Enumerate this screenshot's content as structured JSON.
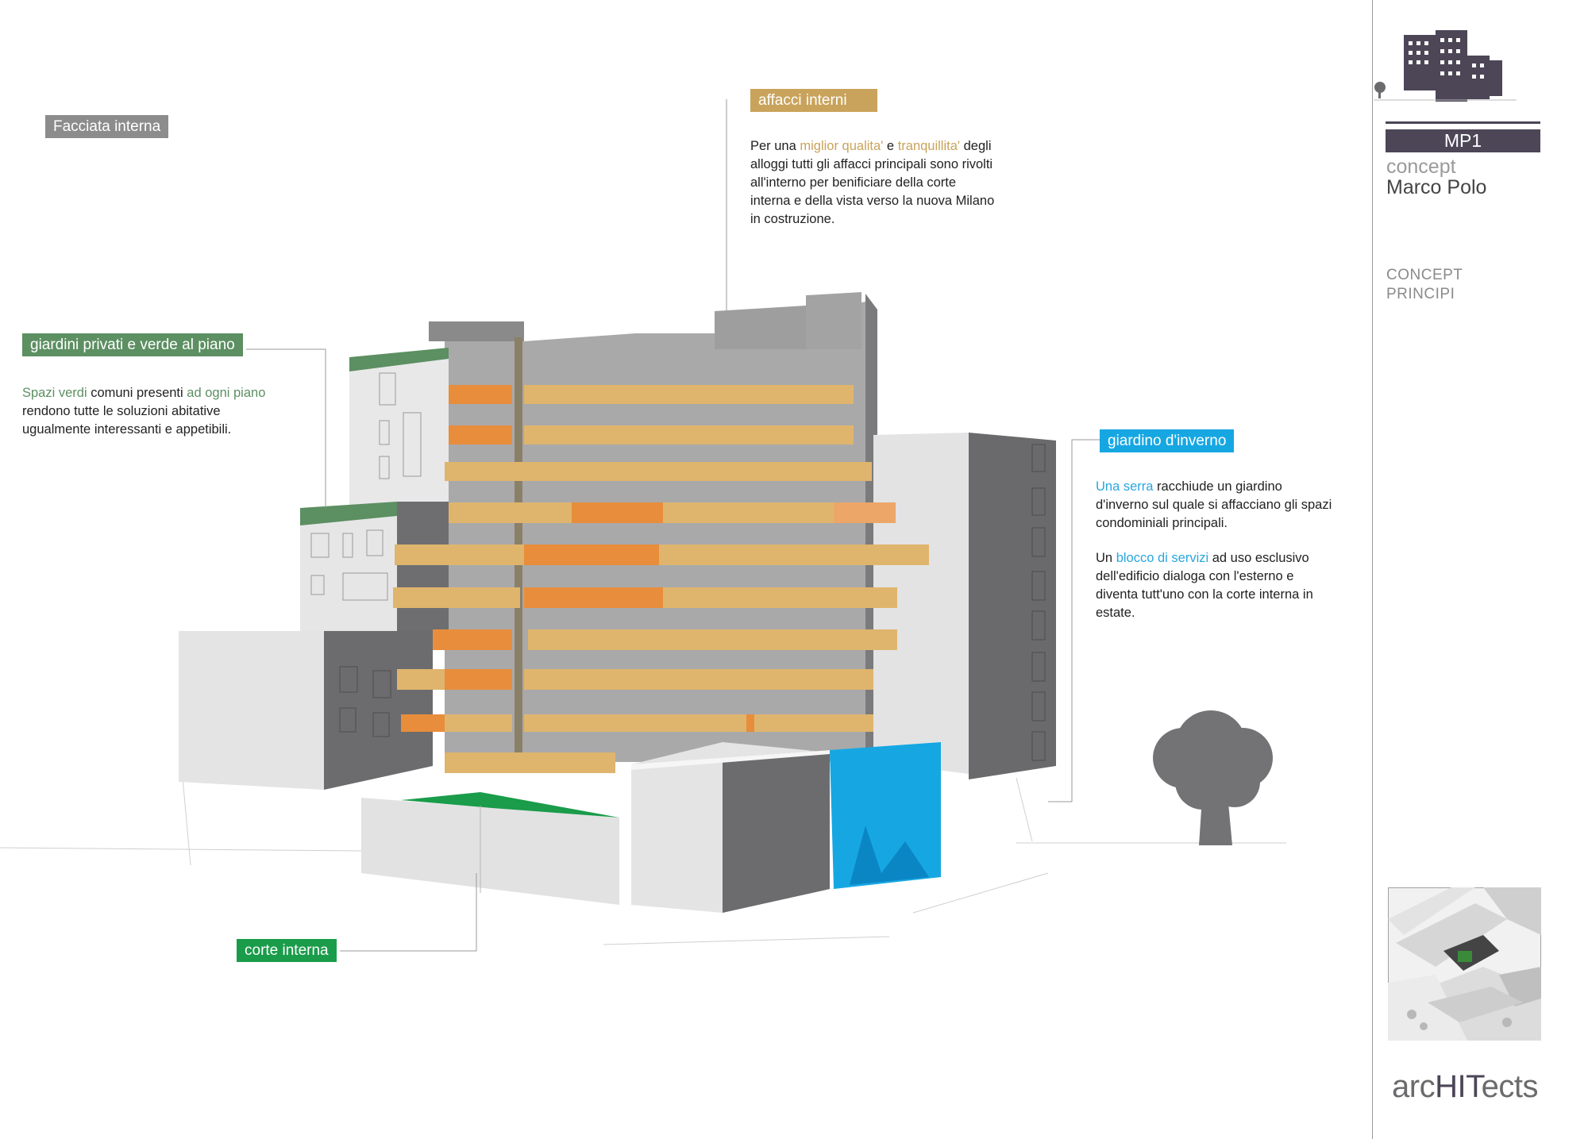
{
  "colors": {
    "gold": "#c9a35b",
    "green_label": "#5c8f62",
    "corte_green": "#1a9c4a",
    "blue": "#16a7e3",
    "grey_tag": "#8c8c8c",
    "sidebar_dark": "#4c4657"
  },
  "labels": {
    "facciata": "Facciata interna",
    "affacci": "affacci interni",
    "giardini": "giardini privati e verde al piano",
    "giardino_inverno": "giardino d'inverno",
    "corte": "corte interna"
  },
  "affacci_text": {
    "p1": "Per una ",
    "hl1": "miglior qualita'",
    "p2": " e ",
    "hl2": "tranquillita'",
    "p3": " degli alloggi tutti gli affacci principali sono rivolti all'interno per benificiare della corte interna e della vista verso la nuova Milano in costruzione."
  },
  "giardini_text": {
    "hl1": "Spazi verdi",
    "p1": " comuni presenti ",
    "hl2": "ad ogni piano",
    "p2": " rendono tutte le soluzioni abitative ugualmente interessanti e appetibili."
  },
  "inverno_text": {
    "hl1": "Una serra",
    "p1": " racchiude un giardino d'inverno sul quale si affacciano gli spazi condominiali principali.",
    "p2": "Un ",
    "hl2": "blocco di servizi",
    "p3": " ad uso esclusivo dell'edificio dialoga con l'esterno e diventa tutt'uno con la corte interna in estate."
  },
  "sidebar": {
    "code": "MP1",
    "concept": "concept",
    "project": "Marco Polo",
    "section_line1": "CONCEPT",
    "section_line2": "PRINCIPI",
    "brand_a": "arc",
    "brand_b": "HIT",
    "brand_c": "ects"
  }
}
